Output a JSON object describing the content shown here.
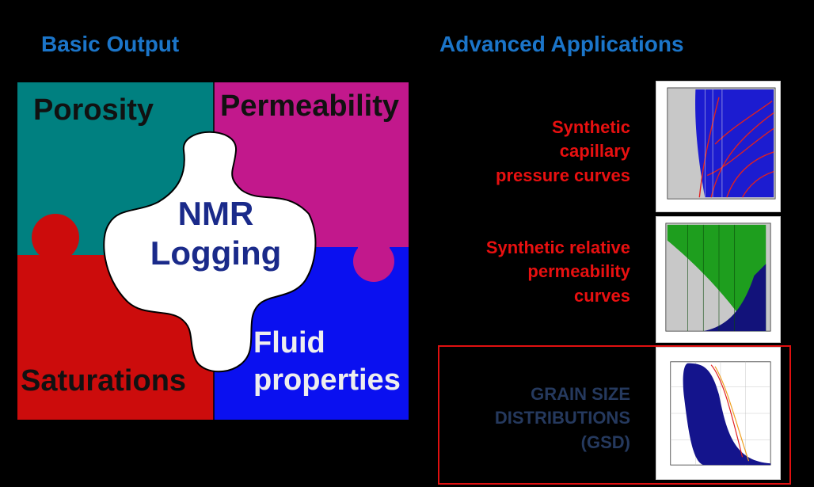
{
  "headings": {
    "basic": "Basic Output",
    "advanced": "Advanced Applications"
  },
  "puzzle": {
    "porosity": "Porosity",
    "permeability": "Permeability",
    "saturations": "Saturations",
    "fluid_line1": "Fluid",
    "fluid_line2": "properties",
    "center_line1": "NMR",
    "center_line2": "Logging",
    "colors": {
      "porosity": "#008080",
      "permeability": "#c2188c",
      "saturations": "#cc0c0c",
      "fluid": "#0a10f0",
      "center": "#ffffff"
    }
  },
  "applications": {
    "capillary": [
      "Synthetic",
      "capillary",
      "pressure curves"
    ],
    "relperm": [
      "Synthetic relative",
      "permeability",
      "curves"
    ],
    "gsd": [
      "GRAIN SIZE",
      "DISTRIBUTIONS",
      "(GSD)"
    ]
  },
  "colors": {
    "heading": "#1b75c9",
    "app_text": "#e81010",
    "gsd_text": "#25395e",
    "highlight": "#e01010"
  }
}
